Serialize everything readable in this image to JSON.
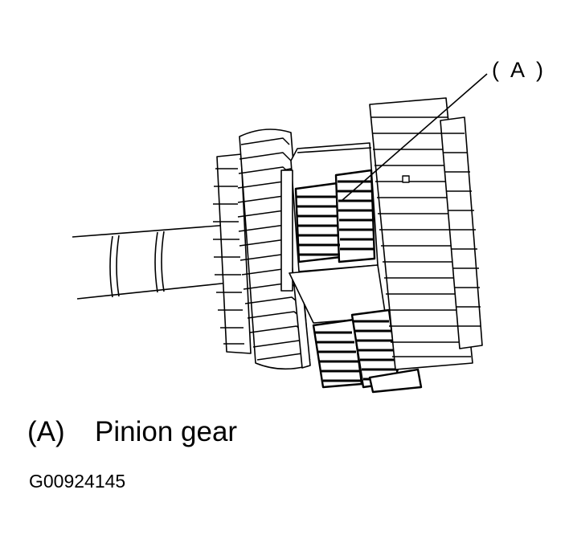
{
  "callout": {
    "label": "( A )"
  },
  "legend": {
    "key": "(A)",
    "text": "Pinion gear"
  },
  "figure_id": "G00924145",
  "colors": {
    "ink": "#000000",
    "paper": "#ffffff"
  }
}
